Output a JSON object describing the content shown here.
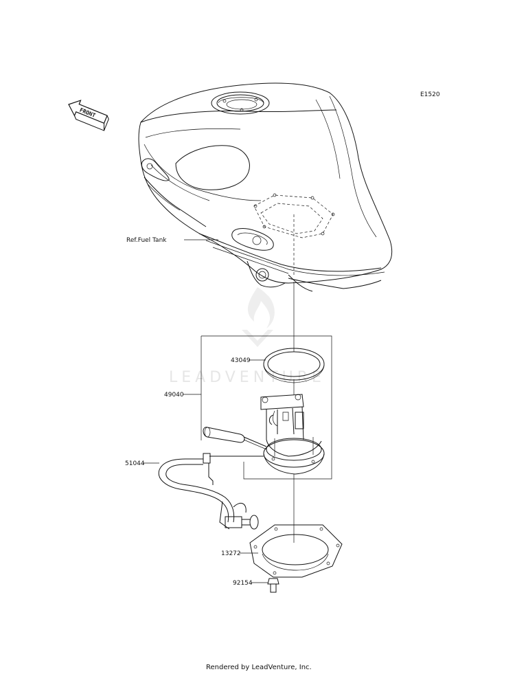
{
  "diagram_code": "E1520",
  "front_arrow_label": "FRONT",
  "watermark": "LEADVENTURE",
  "labels": {
    "ref_fuel_tank": "Ref.Fuel Tank",
    "part_43049": "43049",
    "part_49040": "49040",
    "part_51044": "51044",
    "part_13272": "13272",
    "part_92154": "92154"
  },
  "footer": "Rendered by LeadVenture, Inc."
}
